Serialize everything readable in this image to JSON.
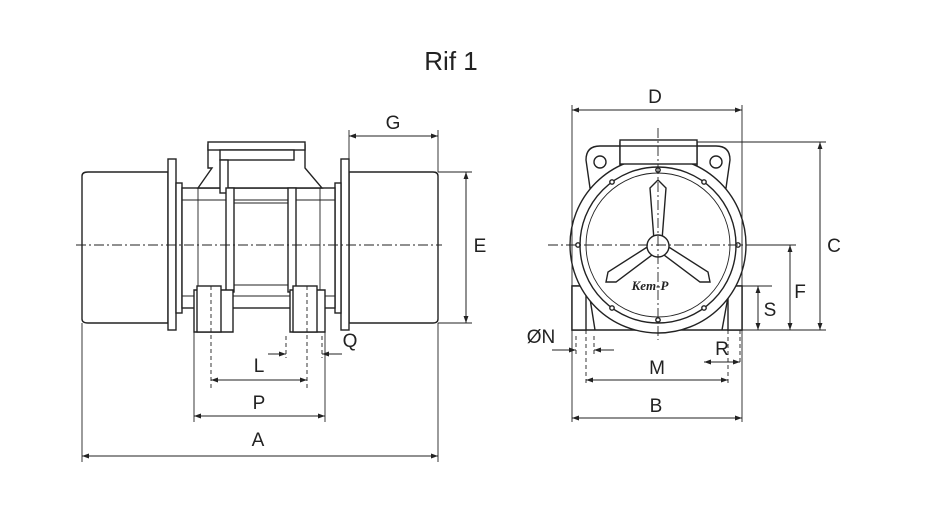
{
  "title": "Rif 1",
  "brand": "Kem-P",
  "labels": {
    "A": "A",
    "P": "P",
    "L": "L",
    "Q": "Q",
    "G": "G",
    "E": "E",
    "D": "D",
    "C": "C",
    "F": "F",
    "S": "S",
    "R": "R",
    "M": "M",
    "B": "B",
    "N": "ØN"
  }
}
